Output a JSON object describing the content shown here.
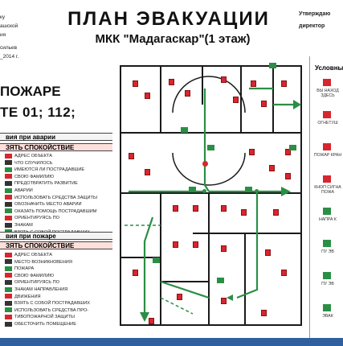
{
  "header": {
    "title": "ПЛАН ЭВАКУАЦИИ",
    "subtitle": "МКК \"Мадагаскар\"(1 этаж)",
    "approve_right": "Утверждаю",
    "approve_right_2": "директор"
  },
  "left_panel": {
    "approve_lines": [
      "ку",
      "ашской",
      "ия",
      "сильев",
      "_2014 г."
    ],
    "fire_title": "ПОЖАРЕ",
    "fire_phone": "ТЕ 01;   112;",
    "accident": {
      "heading": "вия при аварии",
      "subheading": "ЗЯТЬ СПОКОЙСТВИЕ",
      "steps": [
        "АДРЕС ОБЪЕКТА",
        "ЧТО СЛУЧИЛОСЬ",
        "ИМЕЮТСЯ ЛИ ПОСТРАДАВШИЕ",
        "СВОЮ ФАМИЛИЮ",
        "ПРЕДОТВРАТИТЬ РАЗВИТИЕ",
        "АВАРИИ",
        "ИСПОЛЬЗОВАТЬ СРЕДСТВА ЗАЩИТЫ",
        "ОБОЗНАЧИТЬ МЕСТО АВАРИИ",
        "ОКАЗАТЬ ПОМОЩЬ ПОСТРАДАВШИМ",
        "ОРИЕНТИРУЯСЬ ПО",
        "ЗНАКАМ",
        "ВЗЯТЬ С СОБОЙ ПОСТРАДАВШИХ"
      ]
    },
    "fire": {
      "heading": "вия при пожаре",
      "subheading": "ЗЯТЬ СПОКОЙСТВИЕ",
      "steps": [
        "АДРЕС ОБЪЕКТА",
        "МЕСТО ВОЗНИКНОВЕНИЯ",
        "ПОЖАРА",
        "СВОЮ ФАМИЛИЮ",
        "ОРИЕНТИРУЯСЬ ПО",
        "ЗНАКАМ НАПРАВЛЕНИЯ",
        "ДВИЖЕНИЯ",
        "ВЗЯТЬ С СОБОЙ ПОСТРАДАВШИХ",
        "ИСПОЛЬЗОВАТЬ СРЕДСТВА ПРО-",
        "ТИВОПОЖАРНОЙ ЗАЩИТЫ",
        "ОБЕСТОЧИТЬ ПОМЕЩЕНИЕ"
      ]
    }
  },
  "legend": {
    "title": "Условны",
    "items": [
      {
        "label": "ВЫ НАХОД ЗДЕСЬ",
        "icon": "you-are-here-icon",
        "color": "#d7262e"
      },
      {
        "label": "ОГНЕТУШ",
        "icon": "fire-extinguisher-icon",
        "color": "#d7262e"
      },
      {
        "label": "ПОЖАР КРАН",
        "icon": "fire-hydrant-icon",
        "color": "#d7262e"
      },
      {
        "label": "КНОП СИГНА ПОЖА",
        "icon": "alarm-button-icon",
        "color": "#d7262e"
      },
      {
        "label": "НАПРА К",
        "icon": "exit-direction-icon",
        "color": "#2a8f45"
      },
      {
        "label": "ПУ ЭВ",
        "icon": "main-route-icon",
        "color": "#2a8f45"
      },
      {
        "label": "ПУ ЭВ",
        "icon": "reserve-route-icon",
        "color": "#2a8f45"
      },
      {
        "label": "ЭВАК",
        "icon": "emergency-exit-icon",
        "color": "#2a8f45"
      }
    ]
  },
  "colors": {
    "danger": "#d7262e",
    "evac": "#2a8f45",
    "band": "#2f5f9e"
  }
}
